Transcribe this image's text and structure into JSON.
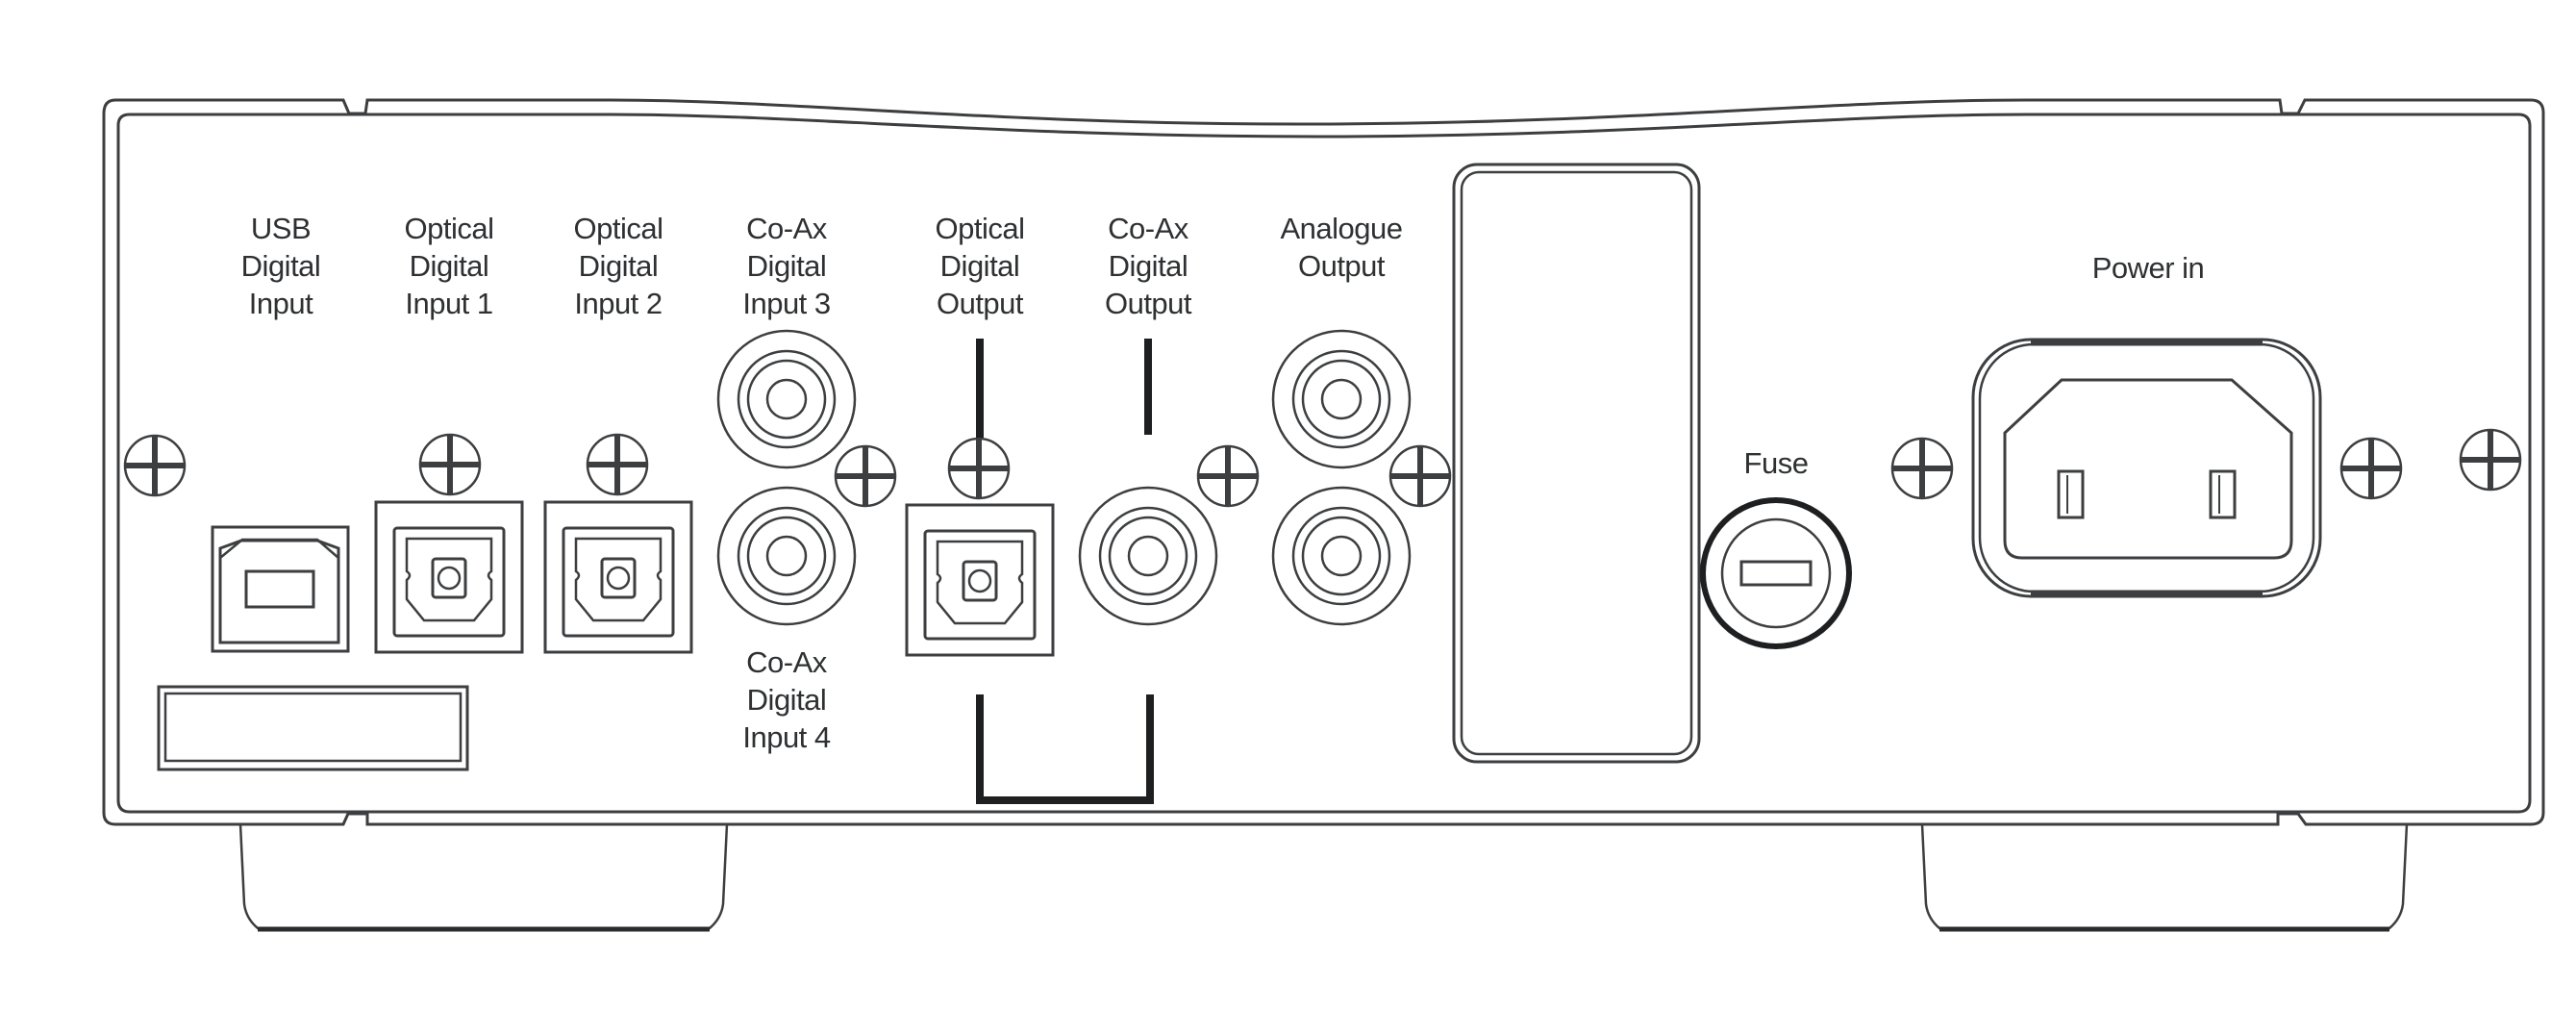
{
  "diagram": {
    "subject": "rear-panel",
    "colors": {
      "line": "#3c3e40",
      "bracket": "#1e1f20",
      "background": "#ffffff"
    },
    "labels": {
      "usb_input": [
        "USB",
        "Digital",
        "Input"
      ],
      "optical_input_1": [
        "Optical",
        "Digital",
        "Input 1"
      ],
      "optical_input_2": [
        "Optical",
        "Digital",
        "Input 2"
      ],
      "coax_input_3": [
        "Co-Ax",
        "Digital",
        "Input 3"
      ],
      "coax_input_4": [
        "Co-Ax",
        "Digital",
        "Input 4"
      ],
      "optical_output": [
        "Optical",
        "Digital",
        "Output"
      ],
      "coax_output": [
        "Co-Ax",
        "Digital",
        "Output"
      ],
      "analogue_output": [
        "Analogue",
        "Output"
      ],
      "fuse": "Fuse",
      "power_in": "Power in"
    },
    "connectors": [
      {
        "id": "usb-input",
        "type": "usb-b",
        "icon": "usb-b-port-icon"
      },
      {
        "id": "optical-input-1",
        "type": "toslink",
        "icon": "toslink-port-icon"
      },
      {
        "id": "optical-input-2",
        "type": "toslink",
        "icon": "toslink-port-icon"
      },
      {
        "id": "coax-input-3",
        "type": "rca",
        "icon": "rca-jack-icon"
      },
      {
        "id": "coax-input-4",
        "type": "rca",
        "icon": "rca-jack-icon"
      },
      {
        "id": "optical-output",
        "type": "toslink",
        "icon": "toslink-port-icon"
      },
      {
        "id": "coax-output",
        "type": "rca",
        "icon": "rca-jack-icon"
      },
      {
        "id": "analogue-output-left",
        "type": "rca",
        "icon": "rca-jack-icon"
      },
      {
        "id": "analogue-output-right",
        "type": "rca",
        "icon": "rca-jack-icon"
      },
      {
        "id": "fuse-holder",
        "type": "fuse",
        "icon": "fuse-holder-icon"
      },
      {
        "id": "power-inlet",
        "type": "iec-c14",
        "icon": "iec-power-inlet-icon"
      }
    ]
  }
}
